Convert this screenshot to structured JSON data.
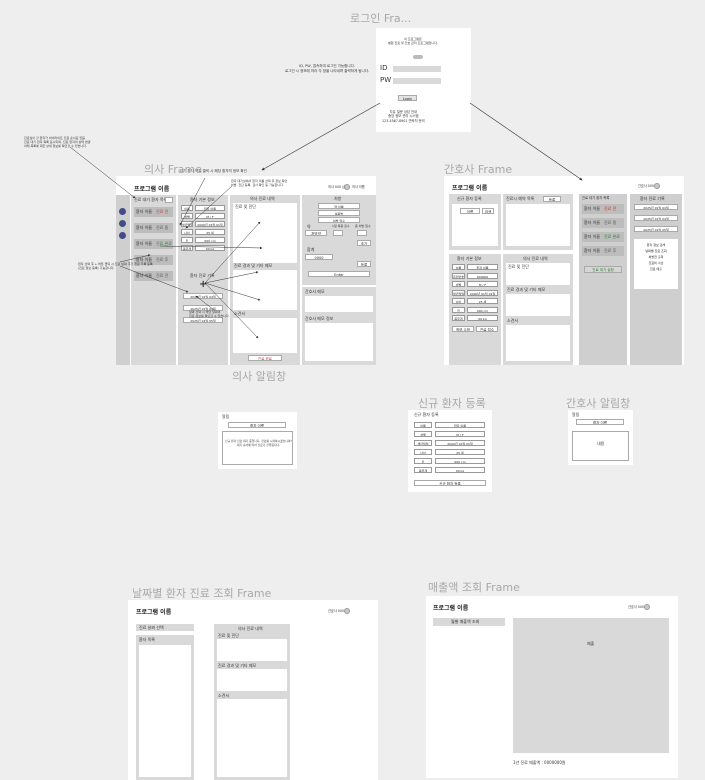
{
  "frames": {
    "login": "로그인 Fra...",
    "doctor": "의사 Frame",
    "nurse": "간호사 Frame",
    "doctor_alert": "의사 알림창",
    "new_patient": "신규 환자 등록",
    "nurse_alert": "간호사 알림창",
    "date_lookup": "날짜별 환자 진료 조회 Frame",
    "sales": "매출액 조회 Frame"
  },
  "login": {
    "top_text": "이 프로그램은\n병원 진료 및 간호 관리 프로그램입니다.",
    "id_label": "ID",
    "pw_label": "PW",
    "button": "Login",
    "footer": "자유 질문 상담 안내\n중앙 정보 관리 시스템\n123-4567-8901 연락처 문의"
  },
  "notes": {
    "login_note": "ID, PW, 접속하여 로그인 가능합니다.\n로그인 시 정보에 따라 각 창을 나타내며 출력하게 됩니다.",
    "left_note": "진료실이 할 환자가 하이라이트 진료 순서표 있음\n진료 대기 환자 목록 표시되며, 진료 환자의 상태 변경\n아래 목록에 대한 상세 정보를 확인할 수 있습니다.",
    "top_note": "대기 환자 목록 클릭 시 해당 환자의 정보 확인",
    "top_note2": "환자 대기실에서 환자 이름 선택 후 정보 확인\n처방, 진단 등록, 검사 확인 등 가능합니다.",
    "mid_note": "환자 선택 후 + 버튼 클릭 시 진료 날짜 추가 진료 기록 등록\n(진료 정보 등록) 가능합니다.",
    "bottom_note": "날짜 선택 시 해당 날짜의\n진료 정보를 확인할 수 있습니다."
  },
  "doctor": {
    "program_name": "프로그램 이름",
    "user_text": "의사 000 님",
    "user_label": "의사 이름",
    "queue_header": "진료 대기 환자 목록",
    "queue": [
      {
        "name": "환자 이름",
        "status": "진료 전"
      },
      {
        "name": "환자 이름",
        "status": "진료 중"
      },
      {
        "name": "환자 이름",
        "status": "진료 완료"
      },
      {
        "name": "환자 이름",
        "status": "진료 후"
      },
      {
        "name": "환자 이름",
        "status": "진료 전"
      }
    ],
    "patient_header": "환자 기본 정보",
    "fields": [
      {
        "k": "이름",
        "v": "환자 이름"
      },
      {
        "k": "성별",
        "v": "M / F"
      },
      {
        "k": "생년월일",
        "v": "2000년 01월 01일"
      },
      {
        "k": "나이",
        "v": "25 세"
      },
      {
        "k": "키",
        "v": "000 cm"
      },
      {
        "k": "몸무게",
        "v": "00 kg"
      }
    ],
    "history_header": "환자 진료 기록",
    "dates": [
      "2025년 01월 04일",
      "2025년 01월 04일",
      "2025년 01월 05일"
    ],
    "record_header": "의사 진료 내역",
    "record_sub": "진료 및 진단",
    "record_sub2": "진료 경과 및 기타 메모",
    "record_sub3": "소견서",
    "record_btn": "진료 완료",
    "prescription_header": "처방",
    "rx_items": [
      "약 이름",
      "복용법",
      "처방 일수"
    ],
    "rx_labels": [
      "약",
      "1일 복용 횟수",
      "총 처방 일수"
    ],
    "rx_name": "처방약",
    "rx_btn": "추가",
    "rx_total": "합계",
    "rx_total_value": "0000",
    "rx_add": "Enter",
    "rx_btn2": "등록",
    "opinion_header": "간호사 메모",
    "nurse_memo_header": "간호사 메모 정보"
  },
  "nurse": {
    "program_name": "프로그램 이름",
    "user_text": "간호사 000 님",
    "new_header": "신규 환자 등록",
    "new_name": "이름",
    "new_btn": "검색",
    "register_header": "진료시 예약 목록",
    "register_btn": "등록",
    "basic_header": "환자 기본 정보",
    "fields": [
      {
        "k": "이름",
        "v": "환자 이름"
      },
      {
        "k": "주민번호",
        "v": "000000"
      },
      {
        "k": "성별",
        "v": "M / F"
      },
      {
        "k": "생년월일",
        "v": "2000년 01월 01일"
      },
      {
        "k": "나이",
        "v": "25 세"
      },
      {
        "k": "키",
        "v": "000 cm"
      },
      {
        "k": "몸무게",
        "v": "00 kg"
      }
    ],
    "btn_a": "정보 수정",
    "btn_b": "진료 접수",
    "record_header": "의사 진료 내역",
    "record_sub": "진료 및 진단",
    "record_sub2": "진료 경과 및 기타 메모",
    "record_sub3": "소견서",
    "queue_header": "진료 대기 환자 목록",
    "queue": [
      {
        "name": "환자 이름",
        "status": "진료 전"
      },
      {
        "name": "환자 이름",
        "status": "진료 중"
      },
      {
        "name": "환자 이름",
        "status": "진료 완료"
      },
      {
        "name": "환자 이름",
        "status": "진료 후"
      }
    ],
    "queue_btn": "진료 대기 설정",
    "history_header": "환자 진료 기록",
    "dates": [
      "2025년 01월 04일",
      "2025년 01월 04일",
      "2025년 01월 05일"
    ],
    "menu": [
      "환자 정보 검색",
      "날짜별 진료 조회",
      "처방전 출력",
      "진료비 수납",
      "진료 매출"
    ]
  },
  "doctor_alert": {
    "header": "알림",
    "name": "환자 이름",
    "message": "신규 환자 진료 대기 중입니다. 진료를 시작하시겠습니까?\n대기 순서에 따라 진료가 진행됩니다."
  },
  "new_patient": {
    "header": "신규 환자 등록",
    "fields": [
      {
        "k": "이름",
        "v": "환자 이름"
      },
      {
        "k": "성별",
        "v": "M / F"
      },
      {
        "k": "생년월일",
        "v": "2000년 01월 01일"
      },
      {
        "k": "나이",
        "v": "25 세"
      },
      {
        "k": "키",
        "v": "000 cm"
      },
      {
        "k": "몸무게",
        "v": "00 kg"
      }
    ],
    "button": "신규 환자 등록"
  },
  "nurse_alert": {
    "header": "알림",
    "name": "환자 이름",
    "message": "내용"
  },
  "date_lookup": {
    "program_name": "프로그램 이름",
    "user_text": "간호사 000 님",
    "search_label": "진료 날짜 선택",
    "list_header": "환자 목록",
    "record_header": "의사 진료 내역",
    "record_sub": "진료 및 진단",
    "record_sub2": "진료 경과 및 기타 메모",
    "record_sub3": "소견서"
  },
  "sales": {
    "program_name": "프로그램 이름",
    "user_text": "간호사 000 님",
    "range_label": "월별 매출액 조회",
    "chart_label": "매출",
    "total": "1년 진료 매출액 : 0000000원"
  }
}
